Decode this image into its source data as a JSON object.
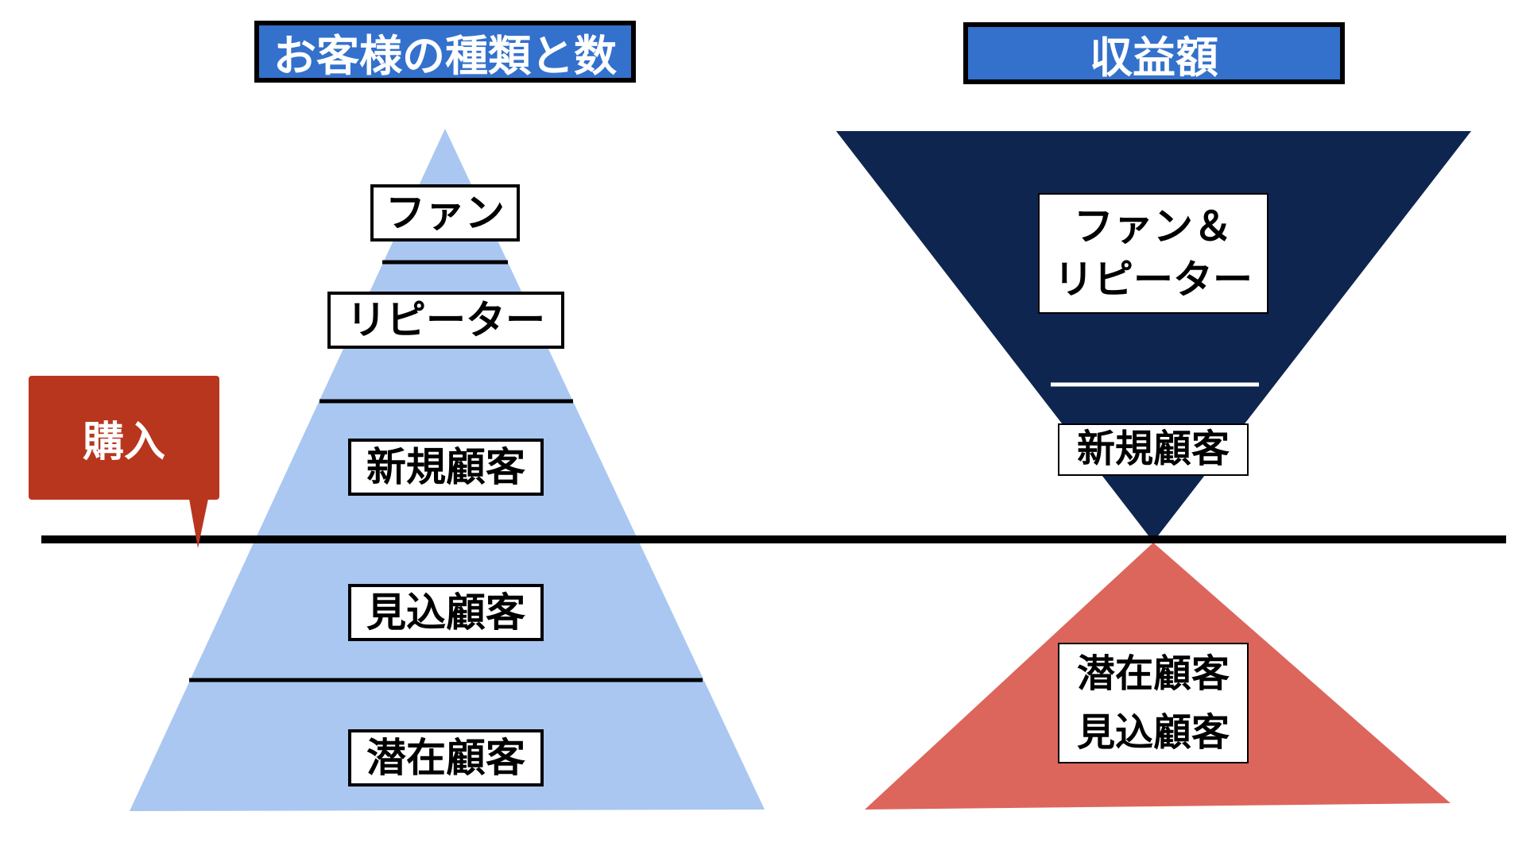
{
  "colors": {
    "header_fill": "#3371cc",
    "pyramid_fill": "#a9c7f1",
    "funnel_fill": "#0e2550",
    "base_triangle_fill": "#dc665c",
    "callout_fill": "#b8361e"
  },
  "left_diagram": {
    "title": "お客様の種類と数",
    "tiers": [
      "ファン",
      "リピーター",
      "新規顧客",
      "見込顧客",
      "潜在顧客"
    ]
  },
  "right_diagram": {
    "title": "収益額",
    "top_label_line1": "ファン＆",
    "top_label_line2": "リピーター",
    "middle_label": "新規顧客",
    "bottom_label_line1": "潜在顧客",
    "bottom_label_line2": "見込顧客"
  },
  "callout": {
    "label": "購入"
  }
}
